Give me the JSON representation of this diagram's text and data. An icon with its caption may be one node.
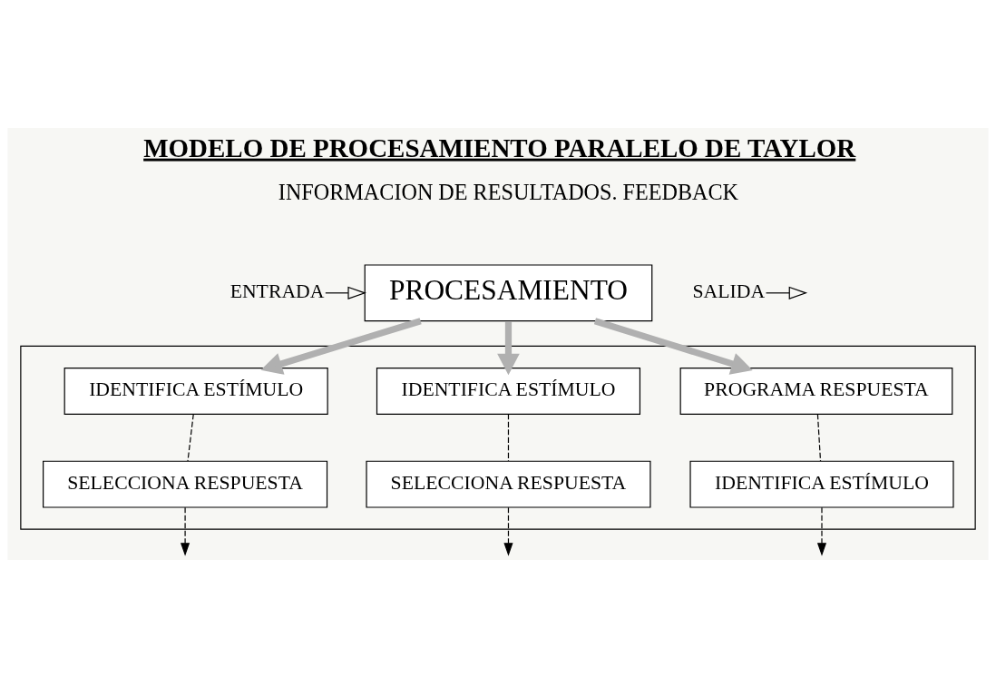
{
  "diagram": {
    "title": "MODELO DE PROCESAMIENTO PARALELO DE TAYLOR",
    "nodes": [
      {
        "text": [
          "ENTRADA"
        ]
      },
      {
        "text": [
          "PROCESAMIENTO"
        ]
      },
      {
        "text": [
          "SALIDA"
        ]
      },
      {
        "text": [],
        "shape": "box"
      },
      {
        "text": [
          "IDENTIFICA ESTÍMULO"
        ],
        "in": 3
      },
      {
        "text": [
          "SELECCIONA RESPUESTA"
        ],
        "in": 3
      },
      {
        "text": [
          "IDENTIFICA ESTÍMULO"
        ],
        "in": 3
      },
      {
        "text": [
          "SELECCIONA RESPUESTA"
        ],
        "in": 3
      },
      {
        "text": [
          "PROGRAMA RESPUESTA"
        ],
        "in": 3
      },
      {
        "text": [
          "IDENTIFICA ESTÍMULO"
        ],
        "in": 3
      }
    ],
    "edges": [
      {
        "from": 0,
        "to": 1,
        "arrow": "to"
      },
      {
        "from": 2,
        "to": null,
        "arrow": "to"
      },
      {
        "from": 1,
        "to": 4,
        "arrow": "to",
        "style": "thick",
        "color": "#b0b0b0"
      },
      {
        "from": 1,
        "to": 6,
        "arrow": "to",
        "style": "thick",
        "color": "#b0b0b0"
      },
      {
        "from": 1,
        "to": 8,
        "arrow": "to",
        "style": "thick",
        "color": "#b0b0b0"
      },
      {
        "from": 4,
        "to": 5,
        "arrow": "none",
        "style": "dashed"
      },
      {
        "from": 5,
        "to": null,
        "arrow": "to",
        "style": "dashed"
      },
      {
        "from": 6,
        "to": 7,
        "arrow": "none",
        "style": "dashed"
      },
      {
        "from": 7,
        "to": null,
        "arrow": "to",
        "style": "dashed"
      },
      {
        "from": 8,
        "to": 9,
        "arrow": "none",
        "style": "dashed"
      },
      {
        "from": 9,
        "to": null,
        "arrow": "to",
        "style": "dashed"
      }
    ],
    "labels": [
      "INFORMACION DE RESULTADOS. FEEDBACK"
    ]
  }
}
